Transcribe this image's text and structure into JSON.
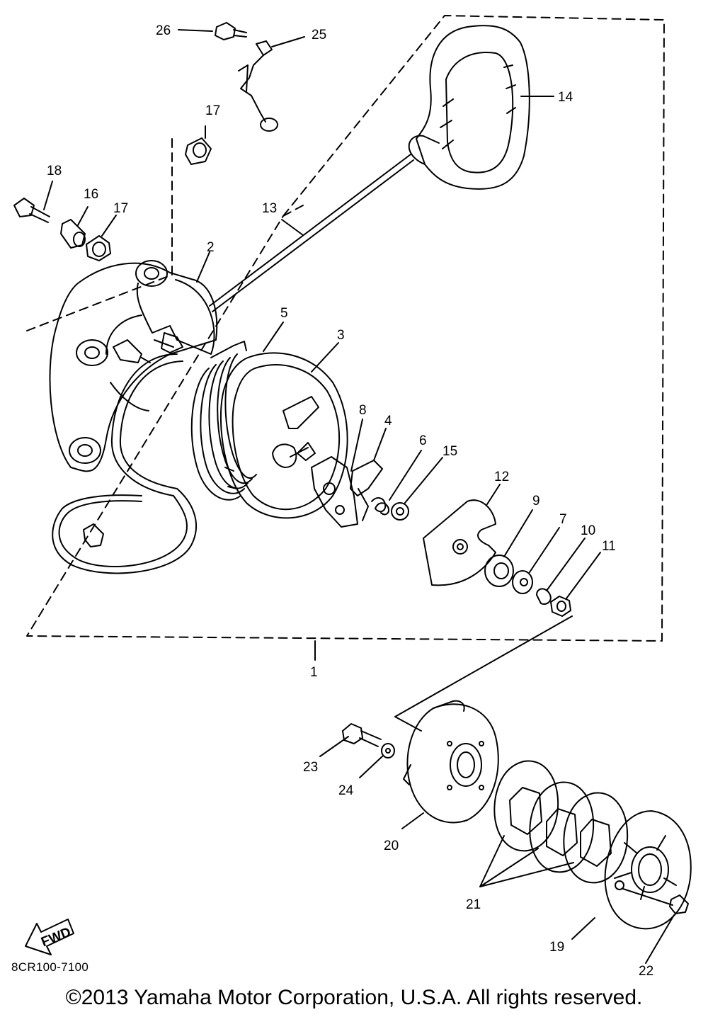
{
  "diagram": {
    "assembly_number": "1",
    "callouts": {
      "c2": "2",
      "c3": "3",
      "c4": "4",
      "c5": "5",
      "c6": "6",
      "c7": "7",
      "c8": "8",
      "c9": "9",
      "c10": "10",
      "c11": "11",
      "c12": "12",
      "c13": "13",
      "c14": "14",
      "c15": "15",
      "c16": "16",
      "c17a": "17",
      "c17b": "17",
      "c18": "18",
      "c19": "19",
      "c20": "20",
      "c21": "21",
      "c22": "22",
      "c23": "23",
      "c24": "24",
      "c25": "25",
      "c26": "26"
    },
    "fwd_label": "FWD",
    "part_code": "8CR100-7100"
  },
  "footer": {
    "copyright": "©2013 Yamaha Motor Corporation, U.S.A. All rights reserved."
  }
}
